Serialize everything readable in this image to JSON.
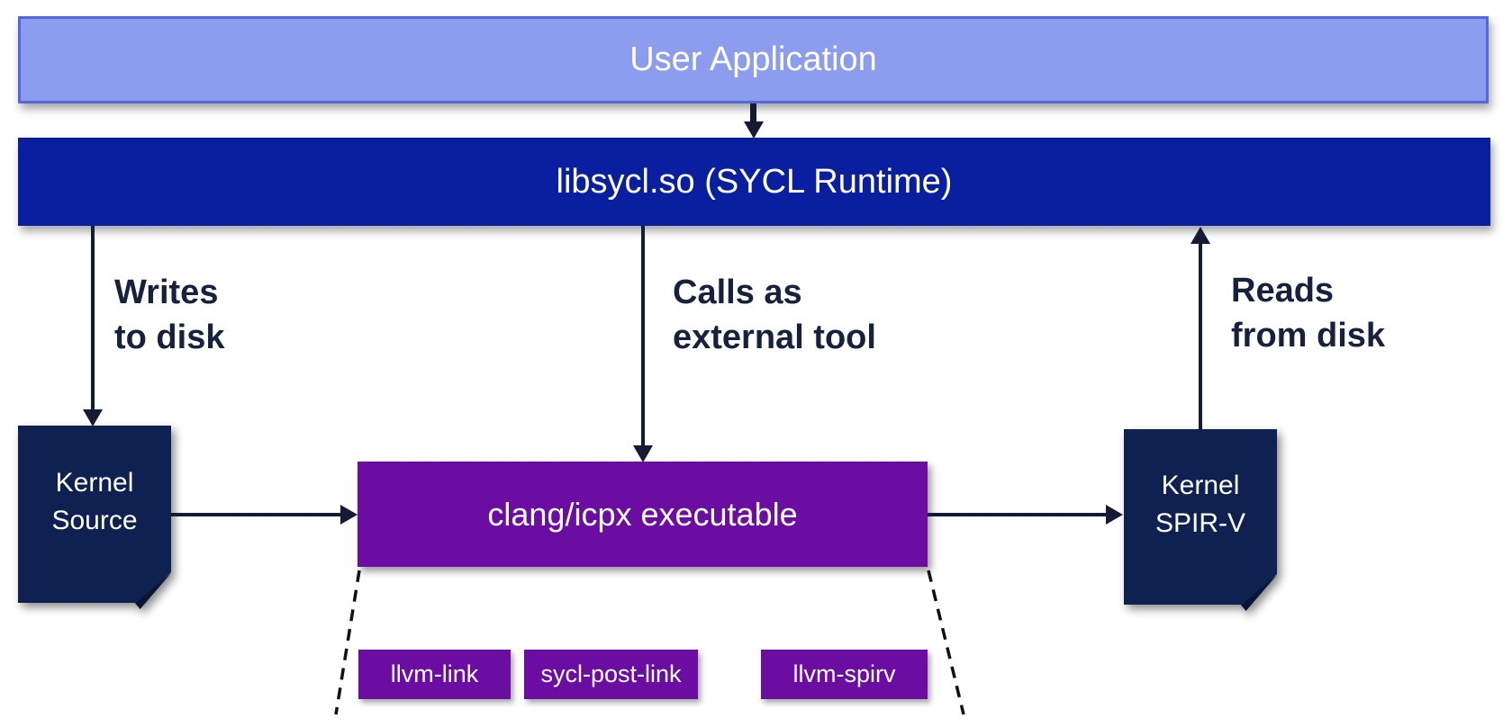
{
  "diagram": {
    "nodes": {
      "user_application": {
        "label": "User Application",
        "fill": "#8C9CEE",
        "border": "#5667DE",
        "text_color": "#FFFFFF"
      },
      "sycl_runtime": {
        "label": "libsycl.so (SYCL Runtime)",
        "fill": "#0A1FA0",
        "text_color": "#FFFFFF"
      },
      "kernel_source": {
        "shape": "document",
        "lines": [
          "Kernel",
          "Source"
        ],
        "fill": "#0F2150",
        "fold_color": "#081534",
        "text_color": "#FFFFFF"
      },
      "clang_executable": {
        "label": "clang/icpx executable",
        "fill": "#6B0CA3",
        "text_color": "#FFFFFF"
      },
      "kernel_spirv": {
        "shape": "document",
        "lines": [
          "Kernel",
          "SPIR-V"
        ],
        "fill": "#0F2150",
        "fold_color": "#081534",
        "text_color": "#FFFFFF"
      },
      "tools": [
        {
          "label": "llvm-link"
        },
        {
          "label": "sycl-post-link"
        },
        {
          "label": "llvm-spirv"
        }
      ]
    },
    "edge_labels": {
      "writes_to_disk": {
        "lines": [
          "Writes",
          "to disk"
        ]
      },
      "calls_as_external_tool": {
        "lines": [
          "Calls as",
          "external tool"
        ]
      },
      "reads_from_disk": {
        "lines": [
          "Reads",
          "from disk"
        ]
      }
    },
    "colors": {
      "arrow": "#131B35",
      "edge_label_text": "#16213E",
      "tool_fill": "#6B0CA3",
      "dashed_line": "#111111",
      "background": "#FFFFFF"
    }
  }
}
